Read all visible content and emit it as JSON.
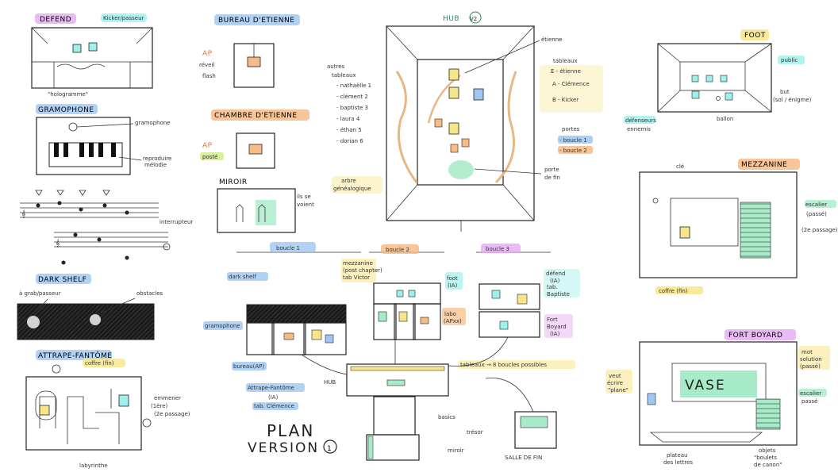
{
  "colors": {
    "violet": "#e5a9f2",
    "blue": "#9fc7f2",
    "orange": "#f7bb86",
    "cyan": "#9ef0ea",
    "yellow": "#f7e58a",
    "green": "#a8ebc9",
    "lime": "#d8f09a",
    "tan": "#e8b784"
  },
  "titles": {
    "defend": "DEFEND",
    "gramophone": "GRAMOPHONE",
    "dark_shelf": "DARK SHELF",
    "attrape": "ATTRAPE-FANTÔME",
    "bureau": "BUREAU D'ETIENNE",
    "chambre": "CHAMBRE D'ETIENNE",
    "miroir": "MIROIR",
    "hub": "HUB",
    "hub_version": "V2",
    "foot": "FOOT",
    "mezzanine": "MEZZANINE",
    "fort_boyard": "FORT BOYARD",
    "plan": "PLAN",
    "plan_version": "VERSION",
    "plan_num": "1"
  },
  "notes": {
    "defend_kicker": "Kicker/passeur",
    "defend_hologramme": "\"hologramme\"",
    "gramophone": "gramophone",
    "reproduire_1": "reproduire",
    "reproduire_2": "mélodie",
    "interrupteur": "interrupteur",
    "dark_grab_1": "à grab/passeur",
    "obstacles": "obstacles",
    "coffre_fin": "coffre (fin)",
    "emmener_1": "emmener",
    "emmener_2": "(1ère)",
    "emmener_3": "(2e passage)",
    "labyrinthe": "labyrinthe",
    "bureau_ap": "AP",
    "bureau_reveil": "réveil",
    "bureau_flash": "flash",
    "chambre_ap": "AP",
    "chambre_poste": "posté",
    "miroir_side_1": "ils se",
    "miroir_side_2": "voient",
    "etienne": "étienne",
    "tableaux": "tableaux",
    "tableaux_e": "E - étienne",
    "tableaux_a": "A - Clémence",
    "tableaux_b": "B - Kicker",
    "portes": "portes",
    "boucle1": "- boucle 1",
    "boucle2": "- boucle 2",
    "porte_fin_1": "porte",
    "porte_fin_2": "de fin",
    "arbre_1": "arbre",
    "arbre_2": "généalogique",
    "public": "public",
    "but_1": "but",
    "but_2": "(sol / énigme)",
    "defenseurs_1": "défenseurs",
    "defenseurs_2": "ennemis",
    "ballon": "ballon",
    "cle": "clé",
    "escalier_1": "escalier",
    "escalier_2": "(passé)",
    "escalier_3": "(2e passage)",
    "coffre_fin2": "coffre (fin)",
    "vase": "VASE",
    "mot_1": "mot",
    "mot_2": "solution",
    "mot_3": "(passé)",
    "esc_fb_1": "escalier",
    "esc_fb_2": "passé",
    "veut_1": "veut",
    "veut_2": "écrire",
    "veut_3": "\"plane\"",
    "plateau_1": "plateau",
    "plateau_2": "des lettres",
    "objets_1": "objets",
    "objets_2": "\"boulets",
    "objets_3": "de canon\"",
    "boucle_1": "boucle 1",
    "boucle_2": "boucle 2",
    "boucle_3": "boucle 3",
    "dark_shelf": "dark shelf",
    "gramophone_lbl": "gramophone",
    "bureau_lbl": "bureau(AP)",
    "attrape_1": "Attrape-Fantôme",
    "attrape_2": "(IA)",
    "attrape_3": "tab. Clémence",
    "mezzanine_1": "mezzanine",
    "mezzanine_2": "(post chapter)",
    "mezzanine_3": "tab Victor",
    "foot_1": "foot",
    "foot_2": "(IA)",
    "labo_1": "labo",
    "labo_2": "(APxx)",
    "defend_b3_1": "défend",
    "defend_b3_2": "(IA)",
    "defend_b3_3": "tab.",
    "defend_b3_4": "Baptiste",
    "fort_b3_1": "Fort",
    "fort_b3_2": "Boyard",
    "fort_b3_3": "(IA)",
    "hub_lbl": "HUB",
    "tableaux_boucle": "tableaux → 8 boucles possibles",
    "basics": "basics",
    "miroir_lbl": "miroir",
    "tresor": "trésor",
    "salle": "SALLE DE FIN"
  },
  "autres_tableaux": {
    "head_1": "autres",
    "head_2": "tableaux",
    "items": [
      "- nathaëlle 1",
      "- clément 2",
      "- baptiste 3",
      "- laura 4",
      "- éthan 5",
      "- dorian 6"
    ]
  }
}
